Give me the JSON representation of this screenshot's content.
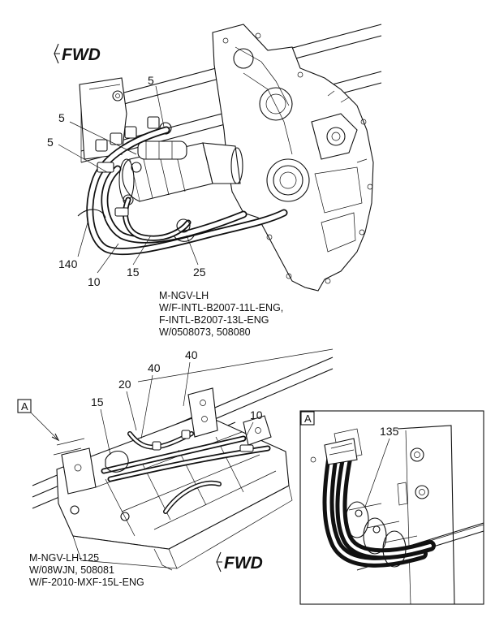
{
  "top_view": {
    "fwd_label": "FWD",
    "callouts": [
      "5",
      "5",
      "5",
      "140",
      "10",
      "15",
      "25"
    ],
    "caption": [
      "M-NGV-LH",
      "W/F-INTL-B2007-11L-ENG,",
      "F-INTL-B2007-13L-ENG",
      "W/0508073, 508080"
    ]
  },
  "bottom_view": {
    "fwd_label": "FWD",
    "view_ref": "A",
    "callouts": [
      "15",
      "20",
      "40",
      "40",
      "10"
    ],
    "caption": [
      "M-NGV-LH-125",
      "W/08WJN, 508081",
      "W/F-2010-MXF-15L-ENG"
    ]
  },
  "detail": {
    "label": "A",
    "callouts": [
      "135"
    ]
  }
}
